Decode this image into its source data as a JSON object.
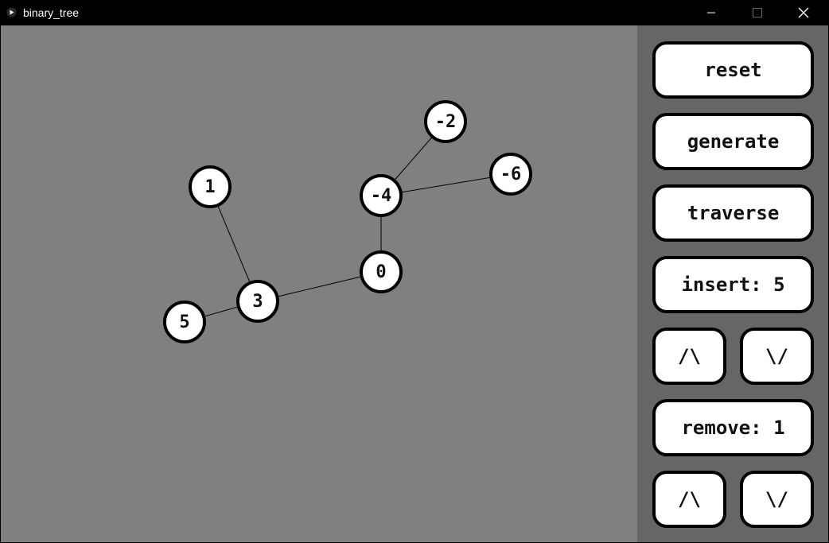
{
  "window": {
    "title": "binary_tree",
    "icons": {
      "app": "play-icon",
      "minimize": "minimize-icon",
      "maximize": "maximize-icon",
      "close": "close-icon"
    }
  },
  "tree": {
    "nodes": [
      {
        "id": "n0",
        "label": "0"
      },
      {
        "id": "n-4",
        "label": "-4"
      },
      {
        "id": "n-2",
        "label": "-2"
      },
      {
        "id": "n-6",
        "label": "-6"
      },
      {
        "id": "n3",
        "label": "3"
      },
      {
        "id": "n1",
        "label": "1"
      },
      {
        "id": "n5",
        "label": "5"
      }
    ],
    "edges": [
      [
        "n0",
        "n-4"
      ],
      [
        "n-4",
        "n-2"
      ],
      [
        "n-4",
        "n-6"
      ],
      [
        "n0",
        "n3"
      ],
      [
        "n3",
        "n1"
      ],
      [
        "n3",
        "n5"
      ]
    ]
  },
  "controls": {
    "reset": "reset",
    "generate": "generate",
    "traverse": "traverse",
    "insert_label": "insert: 5",
    "insert_up": "/\\",
    "insert_down": "\\/",
    "remove_label": "remove: 1",
    "remove_up": "/\\",
    "remove_down": "\\/"
  }
}
